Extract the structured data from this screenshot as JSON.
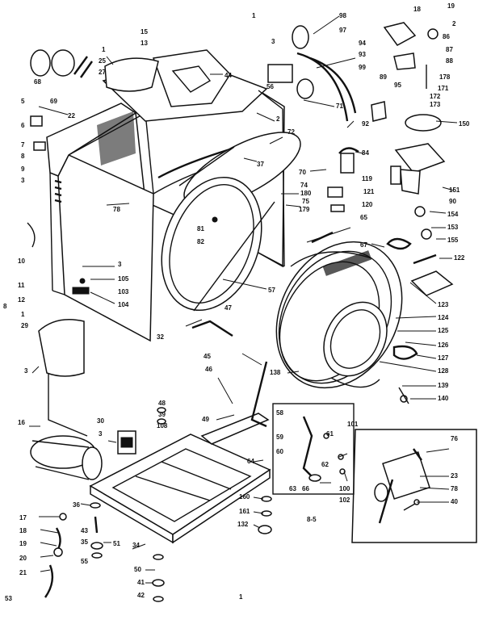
{
  "callouts": [
    {
      "id": "c-5a",
      "text": "5"
    },
    {
      "id": "c-6",
      "text": "6"
    },
    {
      "id": "c-7",
      "text": "7"
    },
    {
      "id": "c-8",
      "text": "8"
    },
    {
      "id": "c-9",
      "text": "9"
    },
    {
      "id": "c-3a",
      "text": "3"
    },
    {
      "id": "c-10",
      "text": "10"
    },
    {
      "id": "c-11",
      "text": "11"
    },
    {
      "id": "c-12",
      "text": "12"
    },
    {
      "id": "c-1a",
      "text": "1"
    },
    {
      "id": "c-29",
      "text": "29"
    },
    {
      "id": "c-22",
      "text": "22"
    },
    {
      "id": "c-69",
      "text": "69"
    },
    {
      "id": "c-68",
      "text": "68"
    },
    {
      "id": "c-3b",
      "text": "3"
    },
    {
      "id": "c-105",
      "text": "105"
    },
    {
      "id": "c-103",
      "text": "103"
    },
    {
      "id": "c-104",
      "text": "104"
    },
    {
      "id": "c-78a",
      "text": "78"
    },
    {
      "id": "c-1b",
      "text": "1"
    },
    {
      "id": "c-25",
      "text": "25"
    },
    {
      "id": "c-27",
      "text": "27"
    },
    {
      "id": "c-15",
      "text": "15"
    },
    {
      "id": "c-13",
      "text": "13"
    },
    {
      "id": "c-44",
      "text": "44"
    },
    {
      "id": "c-2a",
      "text": "2"
    },
    {
      "id": "c-72",
      "text": "72"
    },
    {
      "id": "c-37a",
      "text": "37"
    },
    {
      "id": "c-81a",
      "text": "81"
    },
    {
      "id": "c-82",
      "text": "82"
    },
    {
      "id": "c-57",
      "text": "57"
    },
    {
      "id": "c-47",
      "text": "47"
    },
    {
      "id": "c-32",
      "text": "32"
    },
    {
      "id": "c-3c",
      "text": "3"
    },
    {
      "id": "c-16",
      "text": "16"
    },
    {
      "id": "c-45",
      "text": "45"
    },
    {
      "id": "c-46",
      "text": "46"
    },
    {
      "id": "c-48",
      "text": "48"
    },
    {
      "id": "c-39",
      "text": "39"
    },
    {
      "id": "c-108",
      "text": "108"
    },
    {
      "id": "c-30",
      "text": "30"
    },
    {
      "id": "c-3d",
      "text": "3"
    },
    {
      "id": "c-49",
      "text": "49"
    },
    {
      "id": "c-17",
      "text": "17"
    },
    {
      "id": "c-18",
      "text": "18"
    },
    {
      "id": "c-19",
      "text": "19"
    },
    {
      "id": "c-20",
      "text": "20"
    },
    {
      "id": "c-21",
      "text": "21"
    },
    {
      "id": "c-36",
      "text": "36"
    },
    {
      "id": "c-43",
      "text": "43"
    },
    {
      "id": "c-35",
      "text": "35"
    },
    {
      "id": "c-55",
      "text": "55"
    },
    {
      "id": "c-51",
      "text": "51"
    },
    {
      "id": "c-34",
      "text": "34"
    },
    {
      "id": "c-50",
      "text": "50"
    },
    {
      "id": "c-41",
      "text": "41"
    },
    {
      "id": "c-42",
      "text": "42"
    },
    {
      "id": "c-1c",
      "text": "1"
    },
    {
      "id": "c-98",
      "text": "98"
    },
    {
      "id": "c-97",
      "text": "97"
    },
    {
      "id": "c-94",
      "text": "94"
    },
    {
      "id": "c-93",
      "text": "93"
    },
    {
      "id": "c-99",
      "text": "99"
    },
    {
      "id": "c-89",
      "text": "89"
    },
    {
      "id": "c-95",
      "text": "95"
    },
    {
      "id": "c-3e",
      "text": "3"
    },
    {
      "id": "c-56",
      "text": "56"
    },
    {
      "id": "c-71",
      "text": "71"
    },
    {
      "id": "c-92",
      "text": "92"
    },
    {
      "id": "c-84",
      "text": "84"
    },
    {
      "id": "c-70",
      "text": "70"
    },
    {
      "id": "c-74",
      "text": "74"
    },
    {
      "id": "c-180",
      "text": "180"
    },
    {
      "id": "c-75",
      "text": "75"
    },
    {
      "id": "c-179",
      "text": "179"
    },
    {
      "id": "c-65",
      "text": "65"
    },
    {
      "id": "c-120",
      "text": "120"
    },
    {
      "id": "c-121",
      "text": "121"
    },
    {
      "id": "c-119",
      "text": "119"
    },
    {
      "id": "c-67",
      "text": "67"
    },
    {
      "id": "c-18b",
      "text": "18"
    },
    {
      "id": "c-19b",
      "text": "19"
    },
    {
      "id": "c-2b",
      "text": "2"
    },
    {
      "id": "c-86",
      "text": "86"
    },
    {
      "id": "c-87",
      "text": "87"
    },
    {
      "id": "c-88",
      "text": "88"
    },
    {
      "id": "c-178",
      "text": "178"
    },
    {
      "id": "c-171",
      "text": "171"
    },
    {
      "id": "c-172",
      "text": "172"
    },
    {
      "id": "c-173",
      "text": "173"
    },
    {
      "id": "c-150",
      "text": "150"
    },
    {
      "id": "c-151",
      "text": "151"
    },
    {
      "id": "c-90",
      "text": "90"
    },
    {
      "id": "c-154",
      "text": "154"
    },
    {
      "id": "c-153",
      "text": "153"
    },
    {
      "id": "c-155",
      "text": "155"
    },
    {
      "id": "c-122",
      "text": "122"
    },
    {
      "id": "c-123",
      "text": "123"
    },
    {
      "id": "c-124",
      "text": "124"
    },
    {
      "id": "c-125",
      "text": "125"
    },
    {
      "id": "c-126",
      "text": "126"
    },
    {
      "id": "c-127",
      "text": "127"
    },
    {
      "id": "c-128",
      "text": "128"
    },
    {
      "id": "c-139",
      "text": "139"
    },
    {
      "id": "c-140",
      "text": "140"
    },
    {
      "id": "c-138",
      "text": "138"
    },
    {
      "id": "c-58",
      "text": "58"
    },
    {
      "id": "c-59",
      "text": "59"
    },
    {
      "id": "c-60",
      "text": "60"
    },
    {
      "id": "c-61",
      "text": "61"
    },
    {
      "id": "c-62",
      "text": "62"
    },
    {
      "id": "c-63",
      "text": "63"
    },
    {
      "id": "c-66",
      "text": "66"
    },
    {
      "id": "c-100",
      "text": "100"
    },
    {
      "id": "c-101",
      "text": "101"
    },
    {
      "id": "c-102",
      "text": "102"
    },
    {
      "id": "c-64",
      "text": "64"
    },
    {
      "id": "c-160",
      "text": "160"
    },
    {
      "id": "c-161",
      "text": "161"
    },
    {
      "id": "c-132",
      "text": "132"
    },
    {
      "id": "c-76",
      "text": "76"
    },
    {
      "id": "c-23",
      "text": "23"
    },
    {
      "id": "c-78b",
      "text": "78"
    },
    {
      "id": "c-40",
      "text": "40"
    },
    {
      "id": "c-8-5",
      "text": "8-5"
    },
    {
      "id": "c-8b",
      "text": "8"
    },
    {
      "id": "c-1d",
      "text": "1"
    },
    {
      "id": "c-53",
      "text": "53"
    }
  ]
}
